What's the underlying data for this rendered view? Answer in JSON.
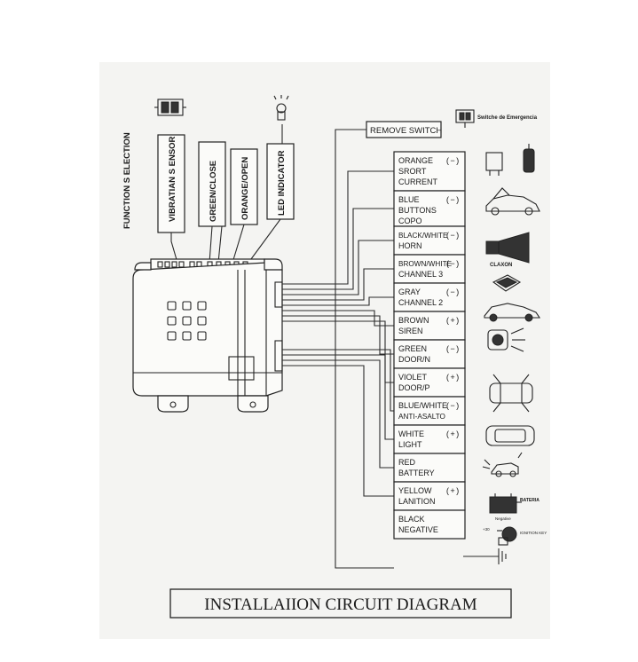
{
  "diagram": {
    "title": "INSTALLAIION CIRCUIT DIAGRAM",
    "function_selection": "FUNCTION S ELECTION",
    "remove_switch": "REMOVE SWITCH",
    "emergency_switch": "Switche de Emergencia",
    "claxon": "CLAXON",
    "bateria": "BATERIA",
    "battery_note": "Negative",
    "ignition_note": "IGNITION KEY",
    "ignition_plus": "+30",
    "vertical_labels": [
      "VIBRATIAN S ENSOR",
      "GREEN/CLOSE",
      "ORANGE/OPEN",
      "LED INDICATOR"
    ],
    "wires": [
      {
        "line1": "ORANGE",
        "line2": "SRORT",
        "line3": "CURRENT",
        "polarity": "(−)"
      },
      {
        "line1": "BLUE",
        "line2": "BUTTONS",
        "line3": "COPO",
        "polarity": "(−)"
      },
      {
        "line1": "BLACK/WHITE",
        "line2": "HORN",
        "line3": "",
        "polarity": "(−)"
      },
      {
        "line1": "BROWN/WHITE",
        "line2": "CHANNEL 3",
        "line3": "",
        "polarity": "(−)"
      },
      {
        "line1": "GRAY",
        "line2": "CHANNEL 2",
        "line3": "",
        "polarity": "(−)"
      },
      {
        "line1": "BROWN",
        "line2": "SIREN",
        "line3": "",
        "polarity": "(+)"
      },
      {
        "line1": "GREEN",
        "line2": "DOOR/N",
        "line3": "",
        "polarity": "(−)"
      },
      {
        "line1": "VIOLET",
        "line2": "DOOR/P",
        "line3": "",
        "polarity": "(+)"
      },
      {
        "line1": "BLUE/WHITE",
        "line2": "ANTI-ASALTO",
        "line3": "",
        "polarity": "(−)"
      },
      {
        "line1": "WHITE",
        "line2": "LIGHT",
        "line3": "",
        "polarity": "(+)"
      },
      {
        "line1": "RED",
        "line2": "BATTERY",
        "line3": "",
        "polarity": ""
      },
      {
        "line1": "YELLOW",
        "line2": "LANITION",
        "line3": "",
        "polarity": "(+)"
      },
      {
        "line1": "BLACK",
        "line2": "NEGATIVE",
        "line3": "",
        "polarity": ""
      }
    ]
  }
}
